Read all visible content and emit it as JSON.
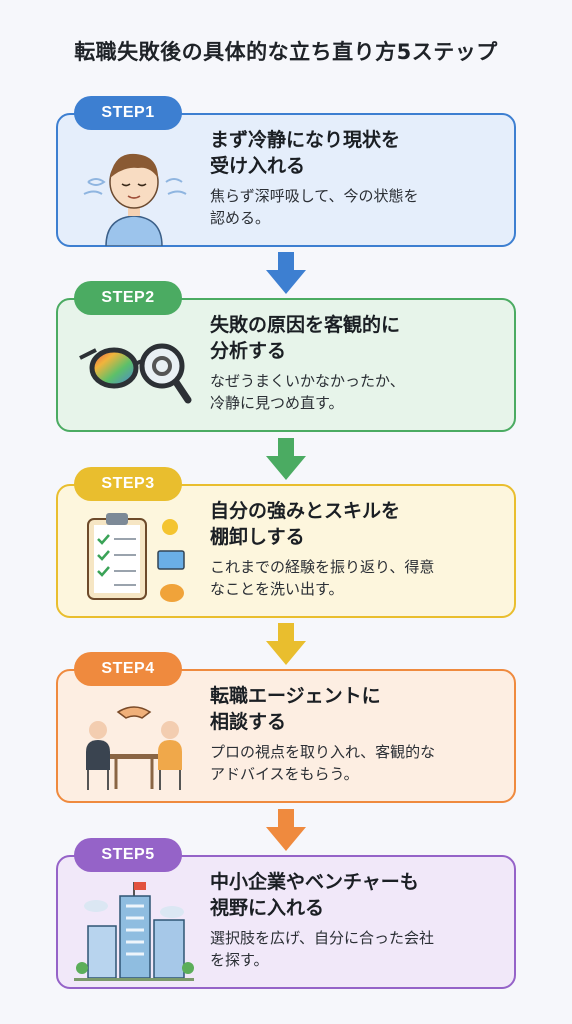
{
  "title": "転職失敗後の具体的な立ち直り方5ステップ",
  "steps": [
    {
      "label": "STEP1",
      "heading1": "まず冷静になり現状を",
      "heading2": "受け入れる",
      "desc1": "焦らず深呼吸して、今の状態を",
      "desc2": "認める。",
      "accent": "#3d7fd1",
      "bg": "#e5eefb",
      "border": "#3d7fd1",
      "icon": "calm-person-icon"
    },
    {
      "label": "STEP2",
      "heading1": "失敗の原因を客観的に",
      "heading2": "分析する",
      "desc1": "なぜうまくいかなかったか、",
      "desc2": "冷静に見つめ直す。",
      "accent": "#4bab62",
      "bg": "#e7f4ea",
      "border": "#4bab62",
      "icon": "glasses-magnifier-icon"
    },
    {
      "label": "STEP3",
      "heading1": "自分の強みとスキルを",
      "heading2": "棚卸しする",
      "desc1": "これまでの経験を振り返り、得意",
      "desc2": "なことを洗い出す。",
      "accent": "#e9be2e",
      "bg": "#fdf6dd",
      "border": "#e9be2e",
      "icon": "checklist-clipboard-icon"
    },
    {
      "label": "STEP4",
      "heading1": "転職エージェントに",
      "heading2": "相談する",
      "desc1": "プロの視点を取り入れ、客観的な",
      "desc2": "アドバイスをもらう。",
      "accent": "#ef8a3e",
      "bg": "#fdeee2",
      "border": "#ef8a3e",
      "icon": "consultation-handshake-icon"
    },
    {
      "label": "STEP5",
      "heading1": "中小企業やベンチャーも",
      "heading2": "視野に入れる",
      "desc1": "選択肢を広げ、自分に合った会社",
      "desc2": "を探す。",
      "accent": "#9563c8",
      "bg": "#f1e8f9",
      "border": "#9563c8",
      "icon": "city-buildings-icon"
    }
  ]
}
